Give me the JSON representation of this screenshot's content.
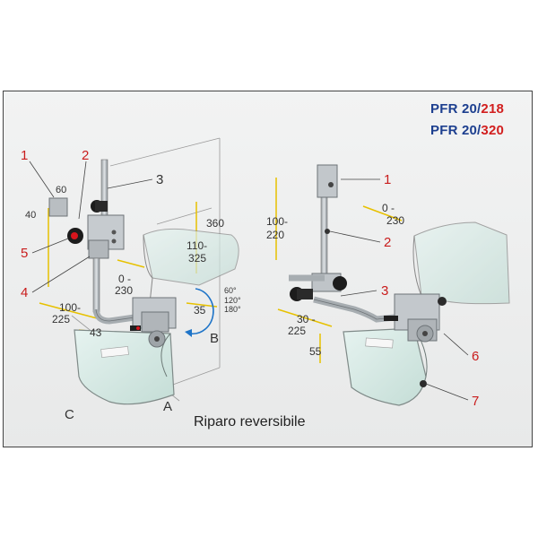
{
  "title": {
    "line1_prefix": "PFR 20/",
    "line1_suffix": "218",
    "line2_prefix": "PFR 20/",
    "line2_suffix": "320",
    "prefix_color": "#1d3f8f",
    "suffix_color": "#d21f1f"
  },
  "caption": "Riparo reversibile",
  "callouts_left": [
    "1",
    "2",
    "3",
    "4",
    "5"
  ],
  "callouts_right": [
    "1",
    "2",
    "3",
    "6",
    "7"
  ],
  "dimensions_left": {
    "d60": "60",
    "d40": "40",
    "d360": "360",
    "d110a": "110-",
    "d110b": "325",
    "d0a": "0 -",
    "d0b": "230",
    "d35": "35",
    "angle1": "60°",
    "angle2": "120°",
    "angle3": "180°",
    "d100a": "100-",
    "d100b": "225",
    "d43": "43",
    "letterA": "A",
    "letterB": "B",
    "letterC": "C"
  },
  "dimensions_right": {
    "d100a": "100-",
    "d100b": "220",
    "d0a": "0 -",
    "d0b": "230",
    "d30a": "30 -",
    "d30b": "225",
    "d55": "55"
  }
}
